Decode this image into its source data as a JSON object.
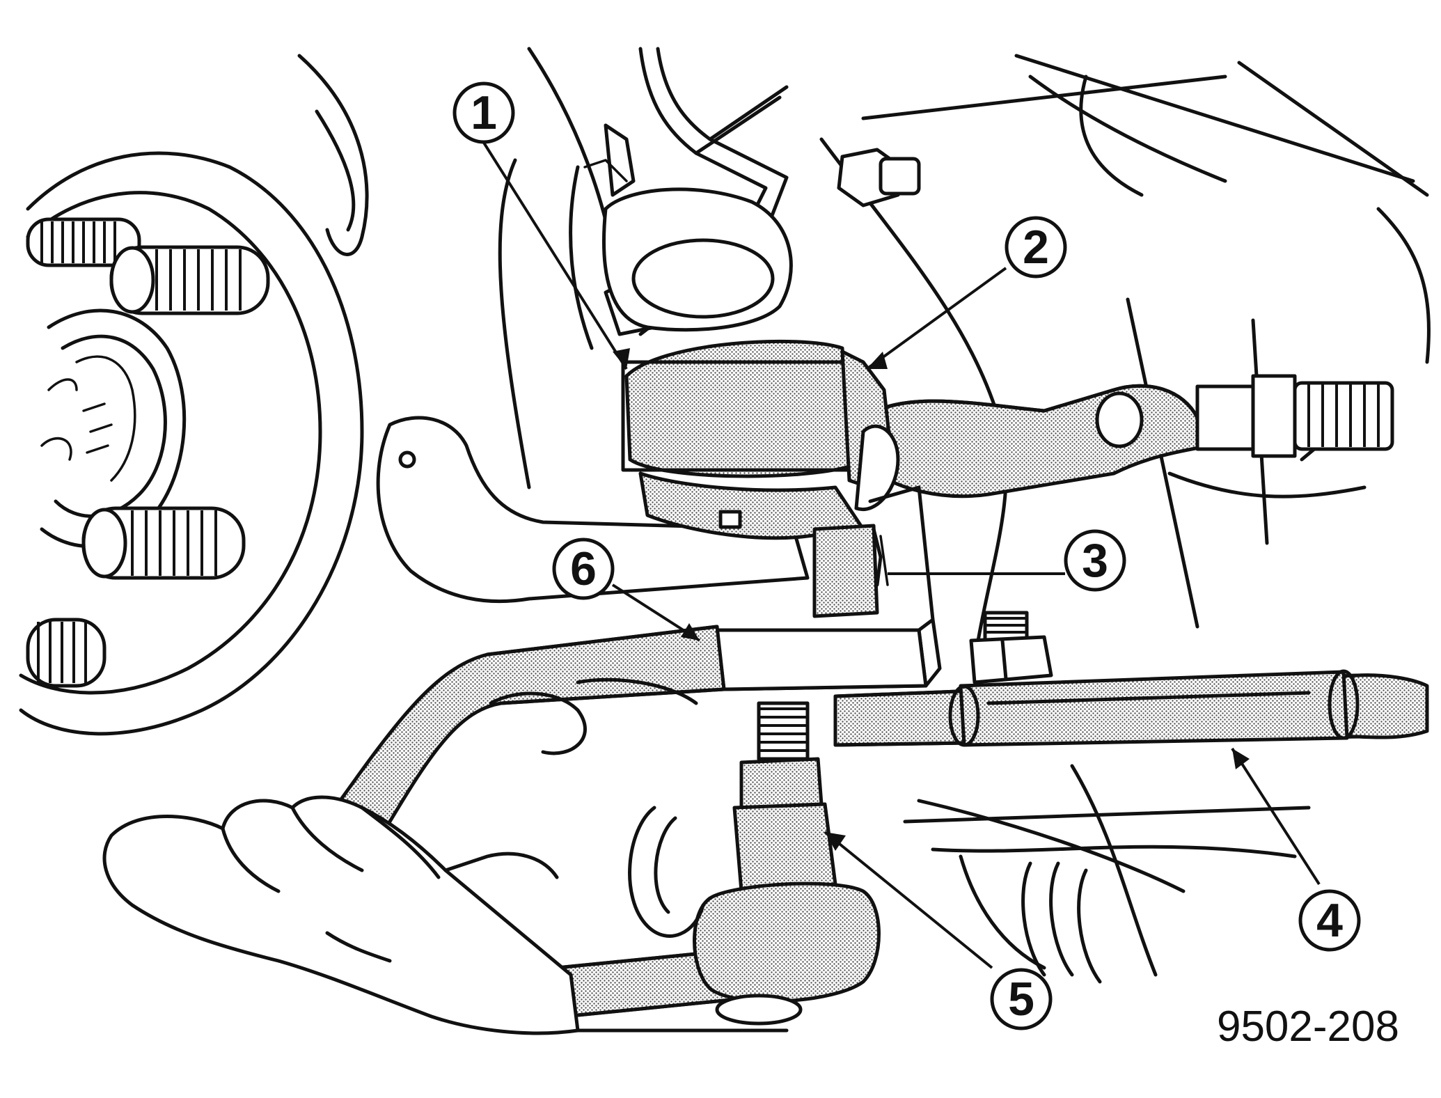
{
  "callouts": [
    {
      "number": "1"
    },
    {
      "number": "2"
    },
    {
      "number": "3"
    },
    {
      "number": "4"
    },
    {
      "number": "5"
    },
    {
      "number": "6"
    }
  ],
  "figure_id": "9502-208",
  "colors": {
    "ink": "#111111",
    "background": "#ffffff"
  }
}
